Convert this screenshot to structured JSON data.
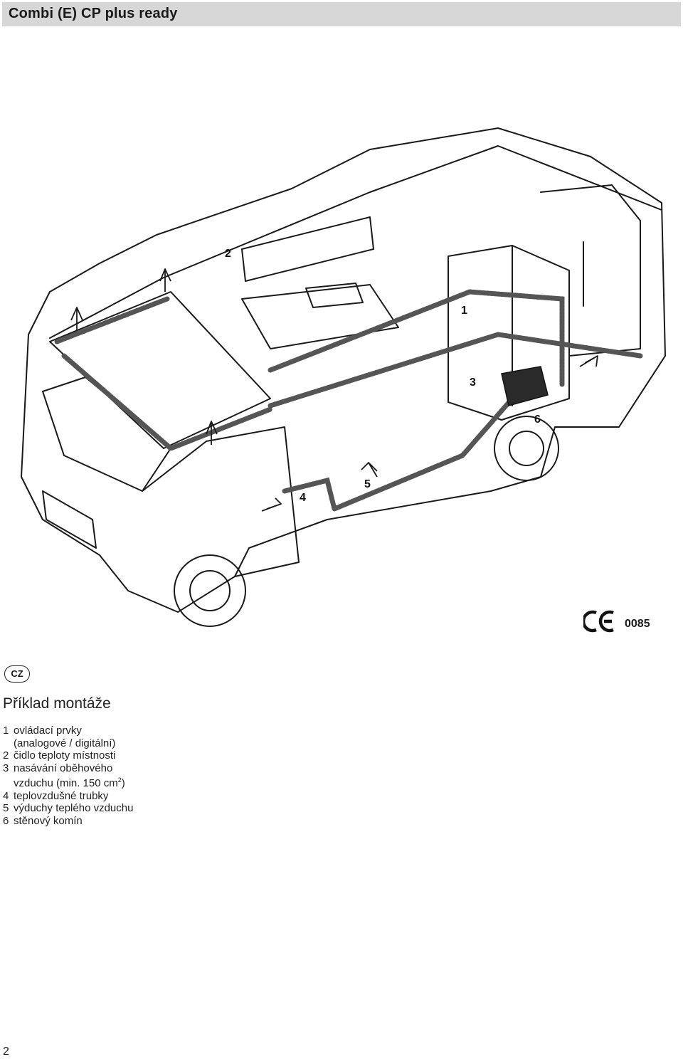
{
  "header": {
    "title": "Combi (E) CP plus ready"
  },
  "illustration": {
    "callouts": [
      "1",
      "2",
      "3",
      "4",
      "5",
      "6"
    ]
  },
  "certification": {
    "mark": "CE",
    "number": "0085"
  },
  "language_badge": "CZ",
  "section_title": "Příklad montáže",
  "legend": [
    {
      "num": "1",
      "line1": "ovládací prvky",
      "line2": "(analogové / digitální)"
    },
    {
      "num": "2",
      "line1": "čidlo teploty místnosti"
    },
    {
      "num": "3",
      "line1": "nasávání oběhového",
      "line2_prefix": "vzduchu (min. 150 cm",
      "line2_sup": "2",
      "line2_suffix": ")"
    },
    {
      "num": "4",
      "line1": "teplovzdušné trubky"
    },
    {
      "num": "5",
      "line1": "výduchy teplého vzduchu"
    },
    {
      "num": "6",
      "line1": "stěnový komín"
    }
  ],
  "page_number": "2"
}
